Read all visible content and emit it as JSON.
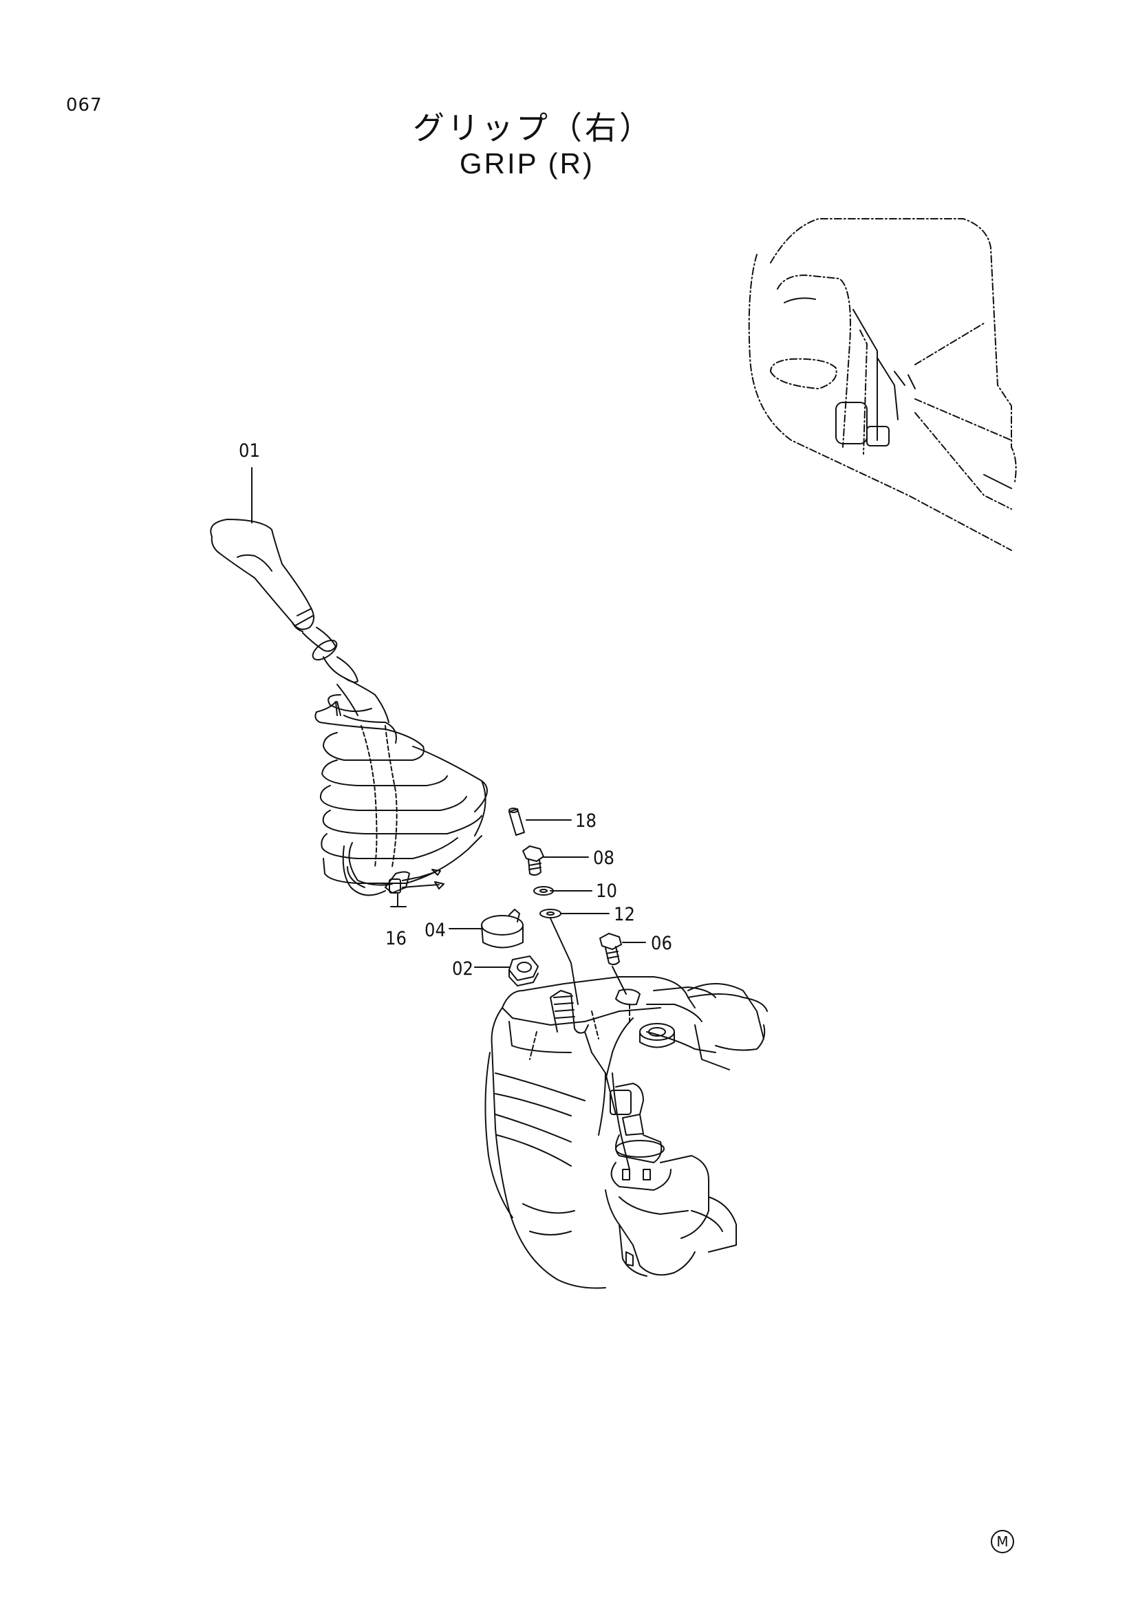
{
  "page": {
    "number": "067"
  },
  "title": {
    "japanese": "グリップ（右）",
    "english": "GRIP (R)"
  },
  "callouts": [
    {
      "id": "01",
      "text": "01"
    },
    {
      "id": "16",
      "text": "16"
    },
    {
      "id": "04",
      "text": "04"
    },
    {
      "id": "02",
      "text": "02"
    },
    {
      "id": "18",
      "text": "18"
    },
    {
      "id": "08",
      "text": "08"
    },
    {
      "id": "10",
      "text": "10"
    },
    {
      "id": "12",
      "text": "12"
    },
    {
      "id": "06",
      "text": "06"
    }
  ],
  "mark": {
    "text": "M"
  }
}
